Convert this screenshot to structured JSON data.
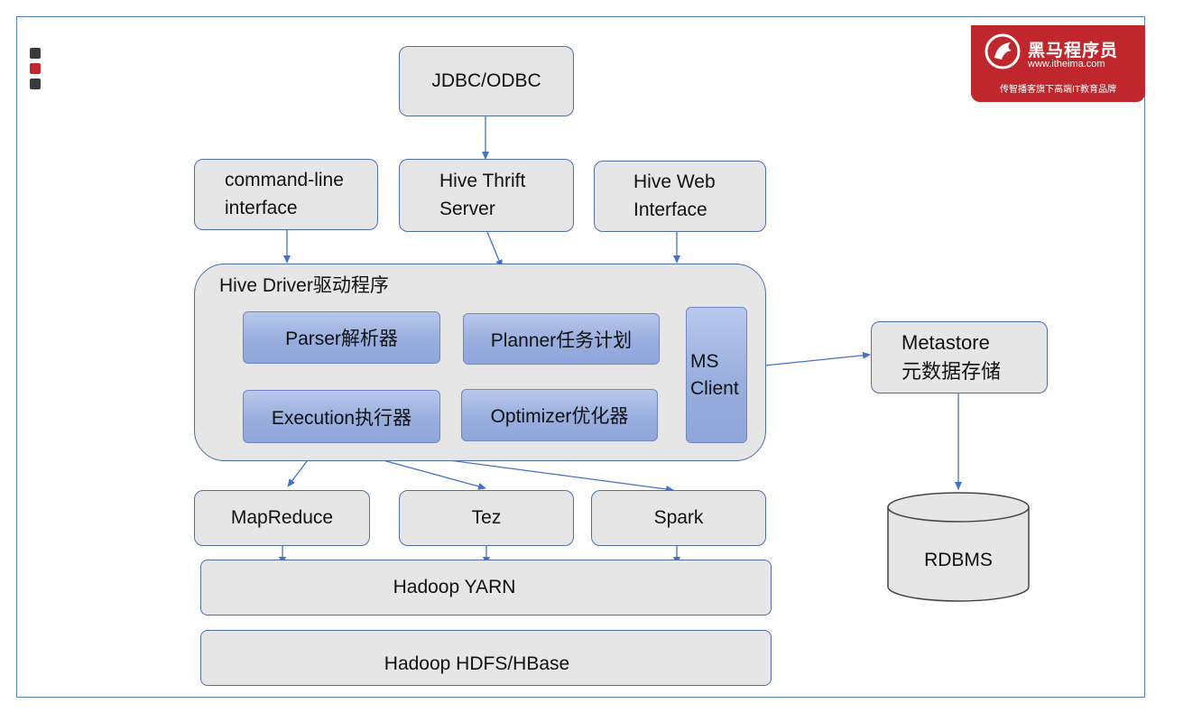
{
  "logo": {
    "brand": "黑马程序员",
    "url": "www.itheima.com",
    "slogan": "传智播客旗下高端IT教育品牌"
  },
  "colors": {
    "border": "#4f81bd",
    "box_fill": "#e6e6e6",
    "module_fill": "#9fb3e0",
    "logo_red": "#c0272d",
    "arrow": "#4472c4"
  },
  "top": {
    "jdbc": "JDBC/ODBC"
  },
  "clients": {
    "cli": [
      "command-line",
      "interface"
    ],
    "thrift": [
      "Hive Thrift",
      "Server"
    ],
    "web": [
      "Hive Web",
      "Interface"
    ]
  },
  "driver": {
    "title": "Hive Driver驱动程序",
    "parser": "Parser解析器",
    "planner": "Planner任务计划",
    "execution": "Execution执行器",
    "optimizer": "Optimizer优化器",
    "ms_client": [
      "MS",
      "Client"
    ]
  },
  "metastore": [
    "Metastore",
    "元数据存储"
  ],
  "rdbms": "RDBMS",
  "engines": {
    "mapreduce": "MapReduce",
    "tez": "Tez",
    "spark": "Spark"
  },
  "yarn": "Hadoop YARN",
  "hdfs": "Hadoop HDFS/HBase"
}
